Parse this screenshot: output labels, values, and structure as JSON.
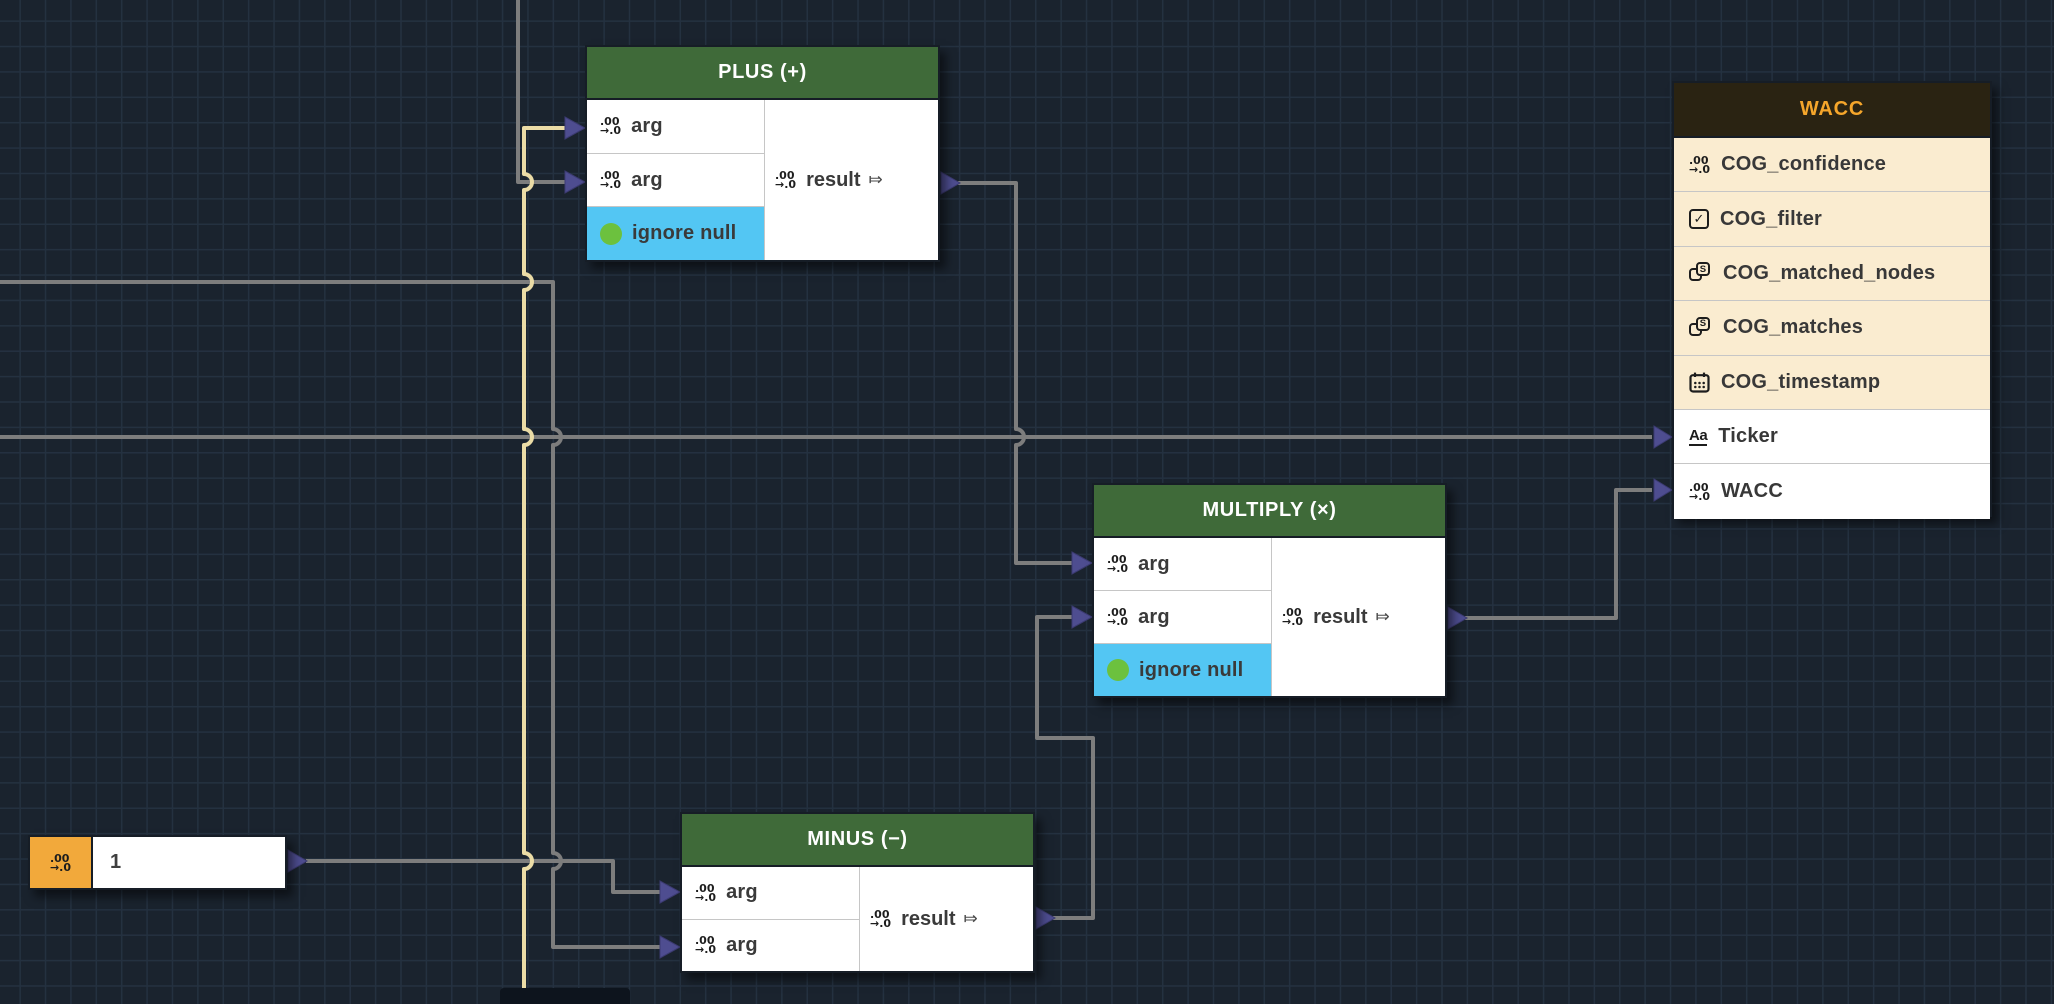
{
  "colors": {
    "background": "#1a232e",
    "grid_line": "#243140",
    "operator_header_bg": "#3f6a39",
    "operator_header_text": "#ffffff",
    "wacc_header_bg": "#2a2312",
    "wacc_header_text": "#f5a62b",
    "field_highlight_bg": "#faecd0",
    "toggle_row_bg": "#53c6f3",
    "toggle_dot": "#6cc13e",
    "port_arrow": "#4e4d90",
    "wire": "#7d7d7d",
    "wire_highlight": "#ebdca6",
    "constant_badge_bg": "#f2a93b"
  },
  "icon_glyphs": {
    "number_top": ".00",
    "number_bottom": "→.0",
    "text": "Aa",
    "string": "S",
    "check": "✓",
    "output_marker": "⤇"
  },
  "nodes": {
    "plus": {
      "title": "PLUS (+)",
      "arg1": "arg",
      "arg2": "arg",
      "toggle": "ignore null",
      "result": "result"
    },
    "multiply": {
      "title": "MULTIPLY (×)",
      "arg1": "arg",
      "arg2": "arg",
      "toggle": "ignore null",
      "result": "result"
    },
    "minus": {
      "title": "MINUS (−)",
      "arg1": "arg",
      "arg2": "arg",
      "result": "result"
    },
    "constant": {
      "value": "1",
      "type": "number"
    },
    "wacc": {
      "title": "WACC",
      "fields": [
        {
          "label": "COG_confidence",
          "type": "number",
          "highlighted": true
        },
        {
          "label": "COG_filter",
          "type": "boolean",
          "highlighted": true
        },
        {
          "label": "COG_matched_nodes",
          "type": "string_list",
          "highlighted": true
        },
        {
          "label": "COG_matches",
          "type": "string_list",
          "highlighted": true
        },
        {
          "label": "COG_timestamp",
          "type": "datetime",
          "highlighted": true
        },
        {
          "label": "Ticker",
          "type": "text",
          "highlighted": false
        },
        {
          "label": "WACC",
          "type": "number",
          "highlighted": false
        }
      ]
    }
  }
}
